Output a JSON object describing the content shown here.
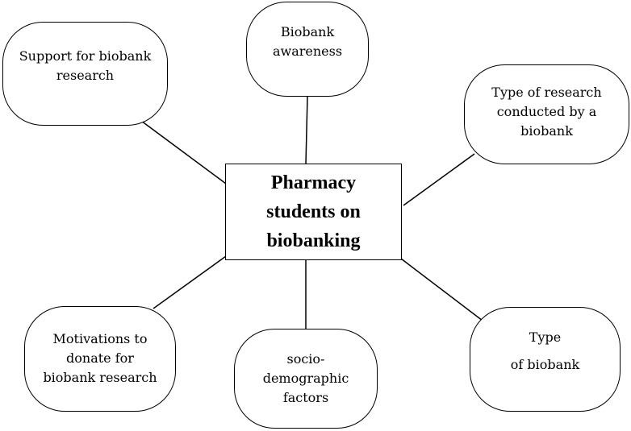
{
  "center": {
    "lines": [
      "Pharmacy",
      "students on",
      "biobanking"
    ]
  },
  "nodes": {
    "support": {
      "lines": [
        "Support for biobank",
        "research"
      ]
    },
    "awareness": {
      "lines": [
        "Biobank",
        "awareness"
      ]
    },
    "research_type": {
      "lines": [
        "Type of research",
        "conducted by a",
        "biobank"
      ]
    },
    "motivations": {
      "lines": [
        "Motivations to",
        "donate for",
        "biobank research"
      ]
    },
    "socio": {
      "lines": [
        "socio-",
        "demographic",
        "factors"
      ]
    },
    "biobank_type": {
      "lines": [
        "Type",
        "of biobank"
      ]
    }
  }
}
